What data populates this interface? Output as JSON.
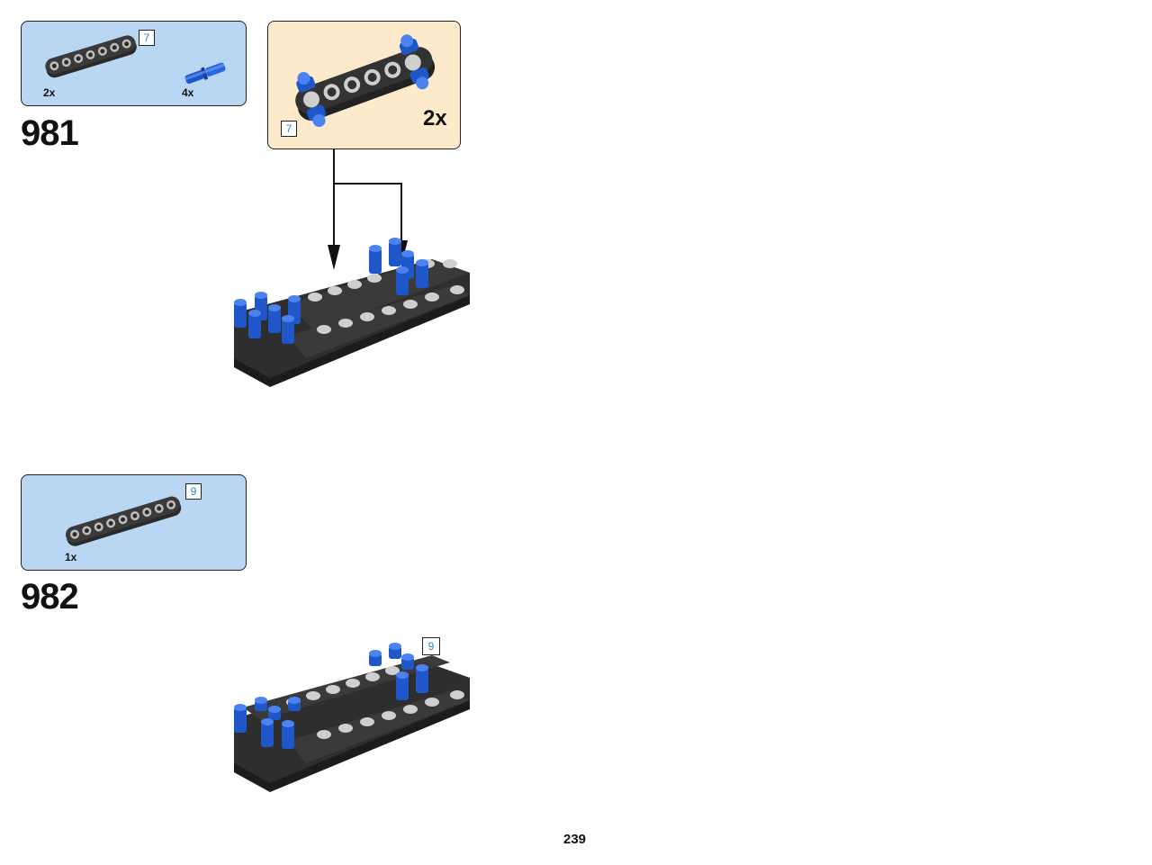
{
  "page": {
    "number": "239"
  },
  "colors": {
    "part_bg": "#b9d7f3",
    "sub_bg": "#fdeacb",
    "beam": "#2a2a2a",
    "hole": "#bdbdbd",
    "pin": "#1f57c8",
    "length_text": "#2f86c8"
  },
  "steps": [
    {
      "number": "981",
      "parts": [
        {
          "name": "black-liftarm-7",
          "qty": "2x",
          "length": "7"
        },
        {
          "name": "blue-axle-pin",
          "qty": "4x"
        }
      ],
      "subassembly": {
        "multiplier": "2x",
        "length": "7"
      }
    },
    {
      "number": "982",
      "parts": [
        {
          "name": "black-liftarm-9",
          "qty": "1x",
          "length": "9"
        }
      ],
      "callout_length": "9"
    }
  ]
}
